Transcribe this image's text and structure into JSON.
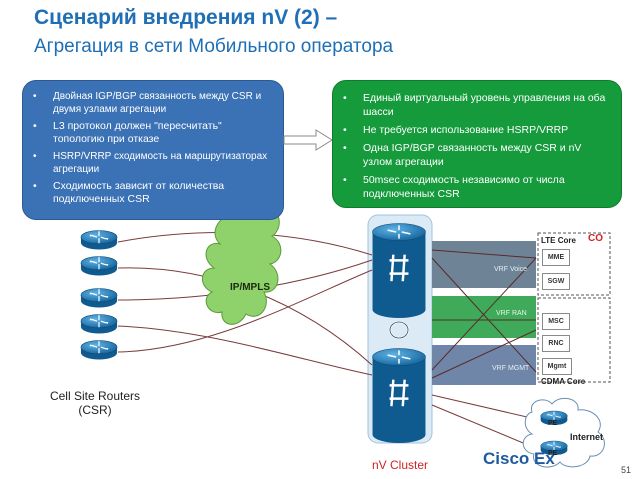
{
  "title": {
    "line1": "Сценарий внедрения nV (2) –",
    "line2": "Агрегация в сети Мобильного оператора"
  },
  "left_callout": {
    "bullet": "•",
    "items": [
      "Двойная IGP/BGP связанность между CSR и двумя узлами агрегации",
      "L3 протокол должен \"пересчитать\" топологию при отказе",
      "HSRP/VRRP сходимость на маршрутизаторах агрегации",
      "Сходимость зависит от количества подключенных CSR"
    ]
  },
  "right_callout": {
    "bullet": "•",
    "items": [
      "Единый виртуальный уровень управления на оба шасси",
      "Не требуется использование HSRP/VRRP",
      "Одна IGP/BGP связанность между CSR и nV узлом агрегации",
      "50msec сходимость независимо от числа подключенных CSR"
    ]
  },
  "diagram": {
    "cloud_label": "IP/MPLS",
    "csr_label_line1": "Cell Site Routers",
    "csr_label_line2": "(CSR)",
    "cluster_label": "nV Cluster",
    "vrf_voice": "VRF Voice",
    "vrf_ran": "VRF RAN",
    "vrf_mgmt": "VRF MGMT",
    "lte_core": "LTE Core",
    "co": "CO",
    "mme": "MME",
    "sgw": "SGW",
    "msc": "MSC",
    "rnc": "RNC",
    "mgmt": "Mgmt",
    "cdma_core": "CDMA Core",
    "pe1": "PE",
    "pe2": "PE",
    "internet": "Internet"
  },
  "footer": {
    "brand": "Cisco Ex",
    "page": "51"
  },
  "colors": {
    "title": "#1e6fb5",
    "left_callout": "#3b72b5",
    "right_callout": "#169b3c",
    "cloud": "#8fd16a",
    "router": "#1d7bb8",
    "cluster_bg": "#dceaf5",
    "vrf_voice": "#6e8496",
    "vrf_ran": "#3faa5a",
    "vrf_mgmt": "#6f86a8",
    "accent_red": "#d12323"
  }
}
